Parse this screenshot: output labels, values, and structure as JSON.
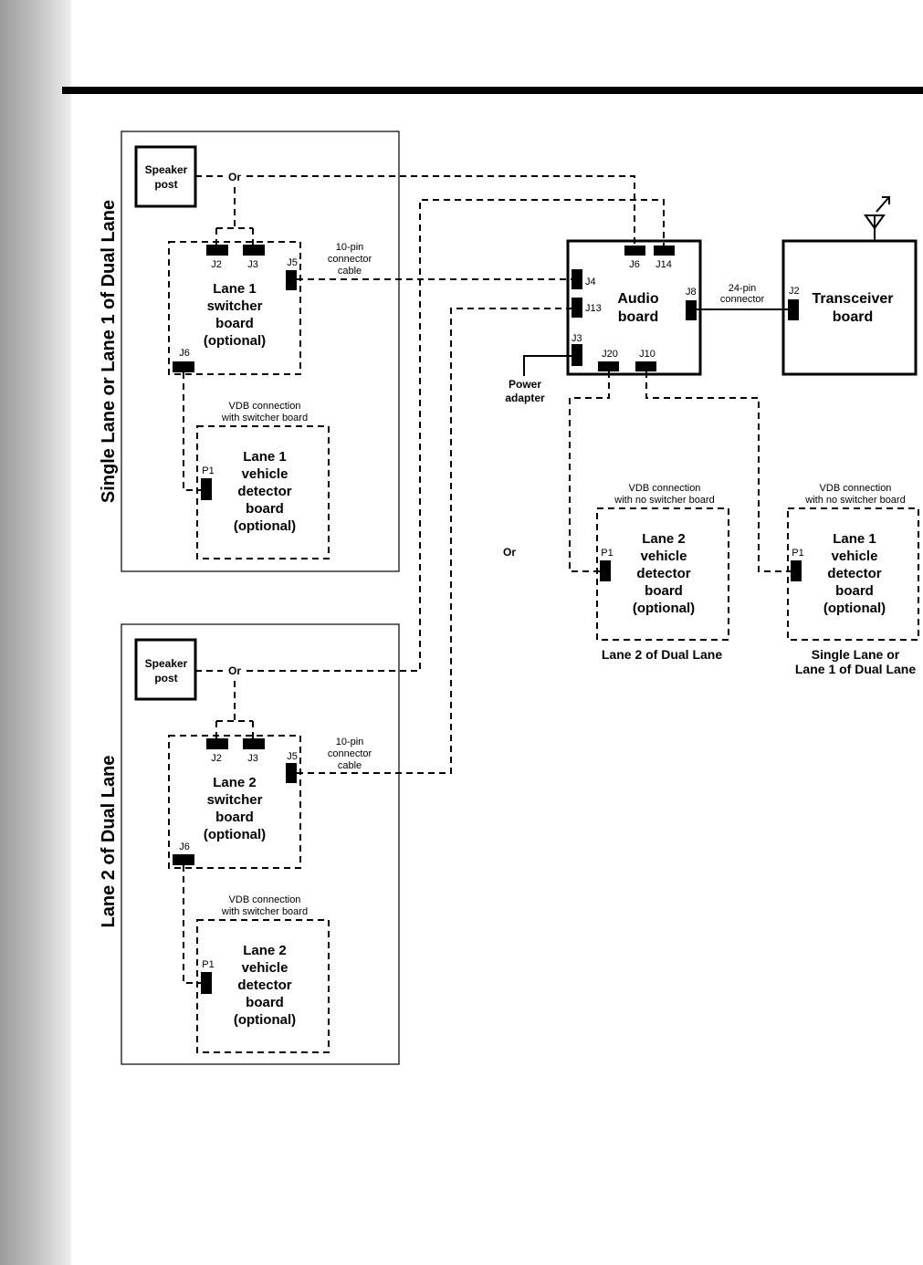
{
  "side_labels": {
    "top": "Single Lane or Lane 1 of Dual Lane",
    "bottom": "Lane 2 of Dual Lane"
  },
  "panel1": {
    "speaker": [
      "Speaker",
      "post"
    ],
    "or": "Or",
    "switcher": [
      "Lane 1",
      "switcher",
      "board",
      "(optional)"
    ],
    "j2": "J2",
    "j3": "J3",
    "j5": "J5",
    "j6": "J6",
    "cable": [
      "10-pin",
      "connector",
      "cable"
    ],
    "vdb_conn": [
      "VDB connection",
      "with switcher board"
    ],
    "vdb": [
      "Lane 1",
      "vehicle",
      "detector",
      "board",
      "(optional)"
    ],
    "p1": "P1"
  },
  "panel2": {
    "speaker": [
      "Speaker",
      "post"
    ],
    "or": "Or",
    "switcher": [
      "Lane 2",
      "switcher",
      "board",
      "(optional)"
    ],
    "j2": "J2",
    "j3": "J3",
    "j5": "J5",
    "j6": "J6",
    "cable": [
      "10-pin",
      "connector",
      "cable"
    ],
    "vdb_conn": [
      "VDB connection",
      "with switcher board"
    ],
    "vdb": [
      "Lane 2",
      "vehicle",
      "detector",
      "board",
      "(optional)"
    ],
    "p1": "P1"
  },
  "audio": {
    "title": [
      "Audio",
      "board"
    ],
    "j6": "J6",
    "j14": "J14",
    "j4": "J4",
    "j13": "J13",
    "j3": "J3",
    "j8": "J8",
    "j20": "J20",
    "j10": "J10"
  },
  "power": [
    "Power",
    "adapter"
  ],
  "link_24": [
    "24-pin",
    "connector"
  ],
  "transceiver": {
    "title": [
      "Transceiver",
      "board"
    ],
    "j2": "J2"
  },
  "right_vdb_lane2": {
    "conn": [
      "VDB connection",
      "with no switcher board"
    ],
    "box": [
      "Lane 2",
      "vehicle",
      "detector",
      "board",
      "(optional)"
    ],
    "p1": "P1",
    "caption": "Lane 2 of Dual Lane"
  },
  "right_vdb_lane1": {
    "conn": [
      "VDB connection",
      "with no switcher board"
    ],
    "box": [
      "Lane 1",
      "vehicle",
      "detector",
      "board",
      "(optional)"
    ],
    "p1": "P1",
    "caption": [
      "Single Lane or",
      "Lane 1 of Dual Lane"
    ]
  },
  "middle_or": "Or"
}
